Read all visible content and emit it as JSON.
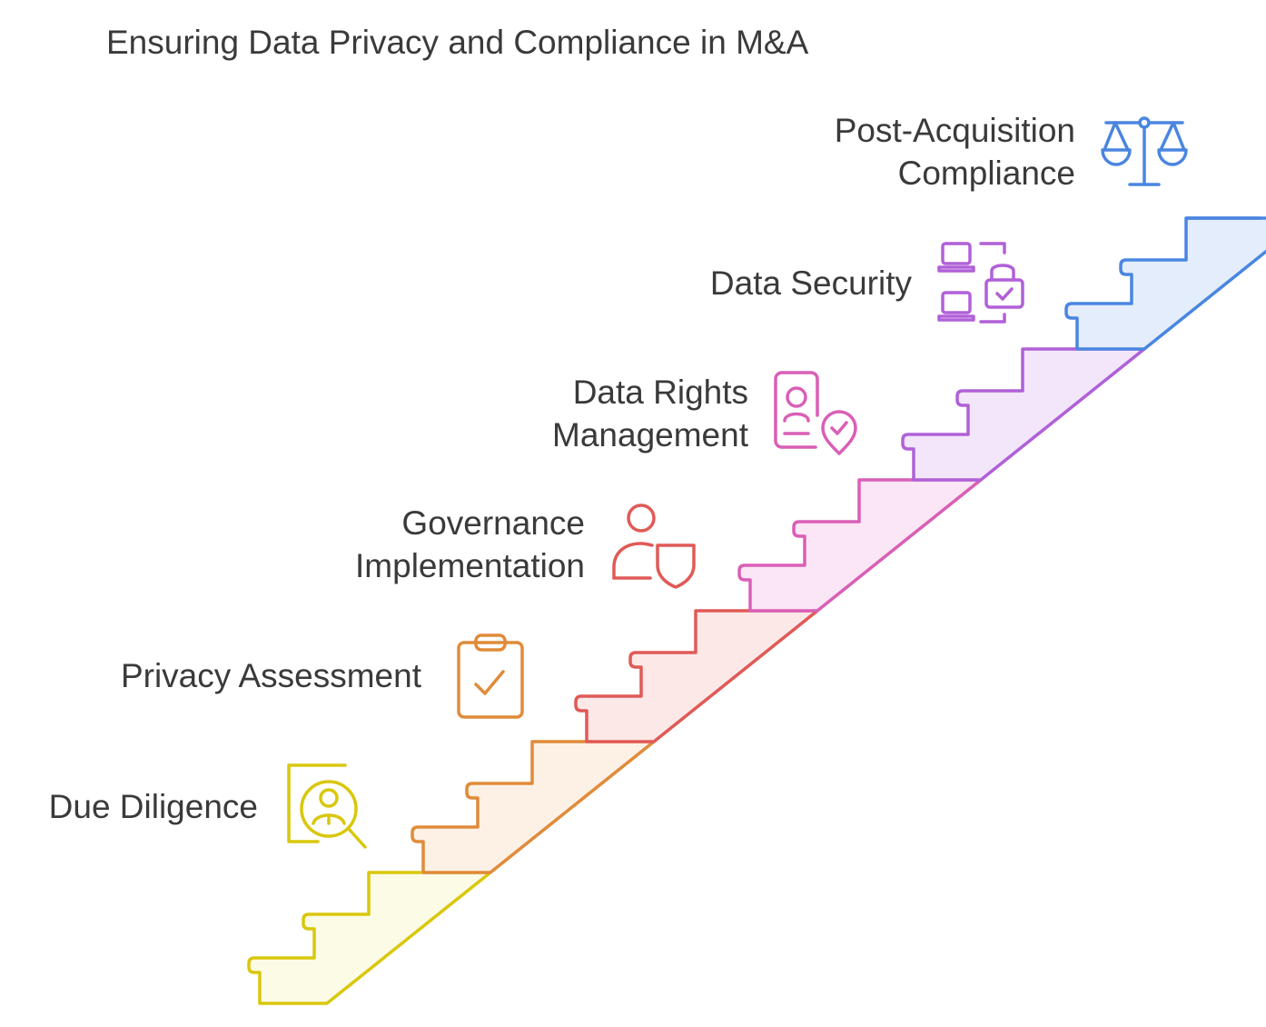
{
  "title": "Ensuring Data Privacy and Compliance in M&A",
  "steps": [
    {
      "lines": [
        "Due Diligence"
      ],
      "icon": "person-search-icon",
      "color": "#d9c70c",
      "fill": "#fcfbe6"
    },
    {
      "lines": [
        "Privacy Assessment"
      ],
      "icon": "clipboard-check-icon",
      "color": "#e08b3a",
      "fill": "#fdf1e6"
    },
    {
      "lines": [
        "Governance",
        "Implementation"
      ],
      "icon": "user-shield-icon",
      "color": "#e05a57",
      "fill": "#fde8e8"
    },
    {
      "lines": [
        "Data Rights",
        "Management"
      ],
      "icon": "id-badge-location-icon",
      "color": "#d95fb6",
      "fill": "#fbe6f5"
    },
    {
      "lines": [
        "Data Security"
      ],
      "icon": "devices-lock-icon",
      "color": "#b060d8",
      "fill": "#f3e6fb"
    },
    {
      "lines": [
        "Post-Acquisition",
        "Compliance"
      ],
      "icon": "scales-icon",
      "color": "#4a86e0",
      "fill": "#e3edfb"
    }
  ]
}
